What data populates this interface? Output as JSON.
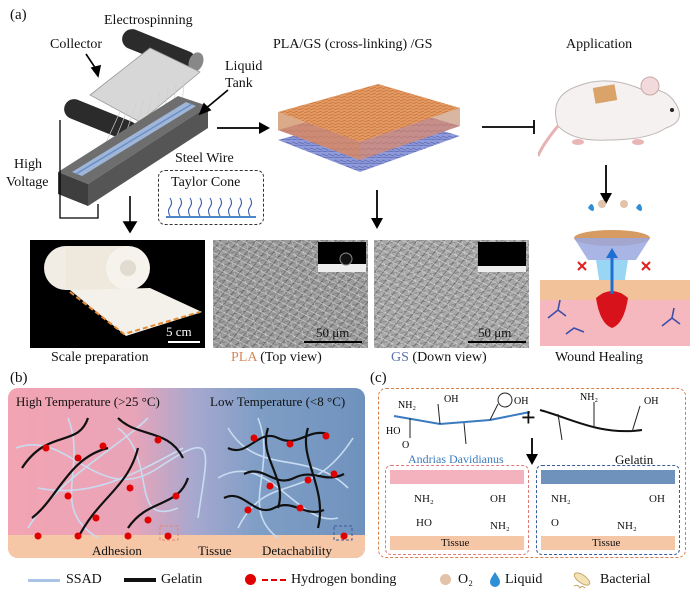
{
  "panel_a": {
    "label": "(a)",
    "electrospinning": {
      "title": "Electrospinning",
      "collector": "Collector",
      "liquid_tank_1": "Liquid",
      "liquid_tank_2": "Tank",
      "high_voltage_1": "High",
      "high_voltage_2": "Voltage",
      "steel_wire": "Steel Wire",
      "taylor_cone": "Taylor Cone"
    },
    "membrane_title": "PLA/GS (cross-linking) /GS",
    "application_title": "Application",
    "scale_caption": "Scale preparation",
    "scale_bar": "5 cm",
    "pla_caption_colored": "PLA",
    "pla_caption_rest": " (Top view)",
    "pla_scale": "50 μm",
    "gs_caption_colored": "GS",
    "gs_caption_rest": " (Down view)",
    "gs_scale": "50 μm",
    "wound_caption": "Wound Healing"
  },
  "panel_b": {
    "label": "(b)",
    "high_temp": "High Temperature (>25 °C)",
    "low_temp": "Low Temperature (<8 °C)",
    "adhesion": "Adhesion",
    "tissue": "Tissue",
    "detachability": "Detachability"
  },
  "panel_c": {
    "label": "(c)",
    "andrias": "Andrias  Davidianus",
    "gelatin": "Gelatin",
    "plus": "+",
    "tissue_left": "Tissue",
    "tissue_right": "Tissue",
    "nh2": "NH₂",
    "oh": "OH",
    "o": "O",
    "ho": "HO"
  },
  "legend": {
    "ssad": "SSAD",
    "gelatin": "Gelatin",
    "hbond": "Hydrogen bonding",
    "o2": "O₂",
    "liquid": "Liquid",
    "bacterial": "Bacterial"
  },
  "colors": {
    "pla": "#d4895a",
    "gs": "#5b6fae",
    "ssad": "#a9c4e4",
    "gelatin": "#111111",
    "hbond": "#e00000",
    "o2": "#e2c2a8",
    "liquid": "#2f8fd6",
    "andrias_blue": "#3b7bbf"
  }
}
